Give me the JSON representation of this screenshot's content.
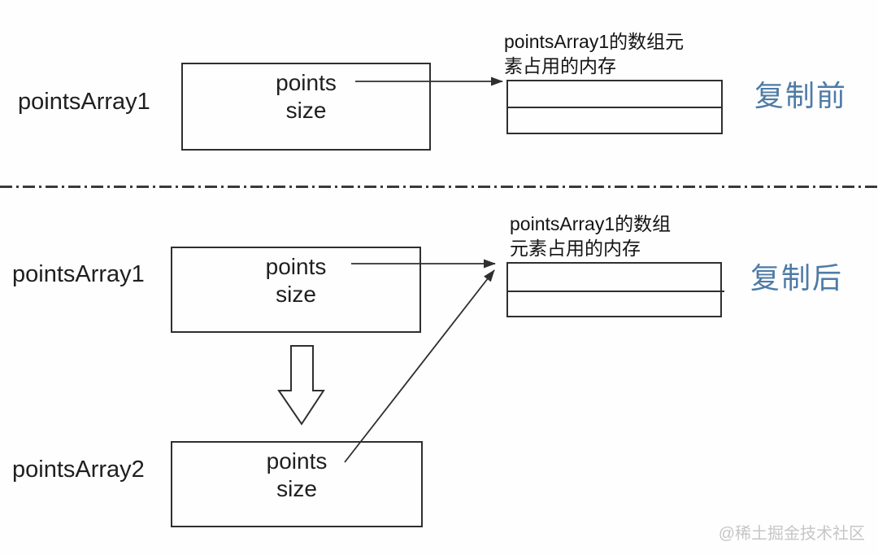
{
  "colors": {
    "accent_blue": "#4e7ba6",
    "line": "#2f2f2f",
    "watermark_gray": "#c6c6c6"
  },
  "before": {
    "stage_label": "复制前",
    "var_label": "pointsArray1",
    "fields": [
      "points",
      "size"
    ],
    "memory_label_line1": "pointsArray1的数组元",
    "memory_label_line2": "素占用的内存"
  },
  "after": {
    "stage_label": "复制后",
    "var1_label": "pointsArray1",
    "var2_label": "pointsArray2",
    "box1_fields": [
      "points",
      "size"
    ],
    "box2_fields": [
      "points",
      "size"
    ],
    "memory_label_line1": "pointsArray1的数组",
    "memory_label_line2": "元素占用的内存"
  },
  "watermark": "@稀土掘金技术社区"
}
